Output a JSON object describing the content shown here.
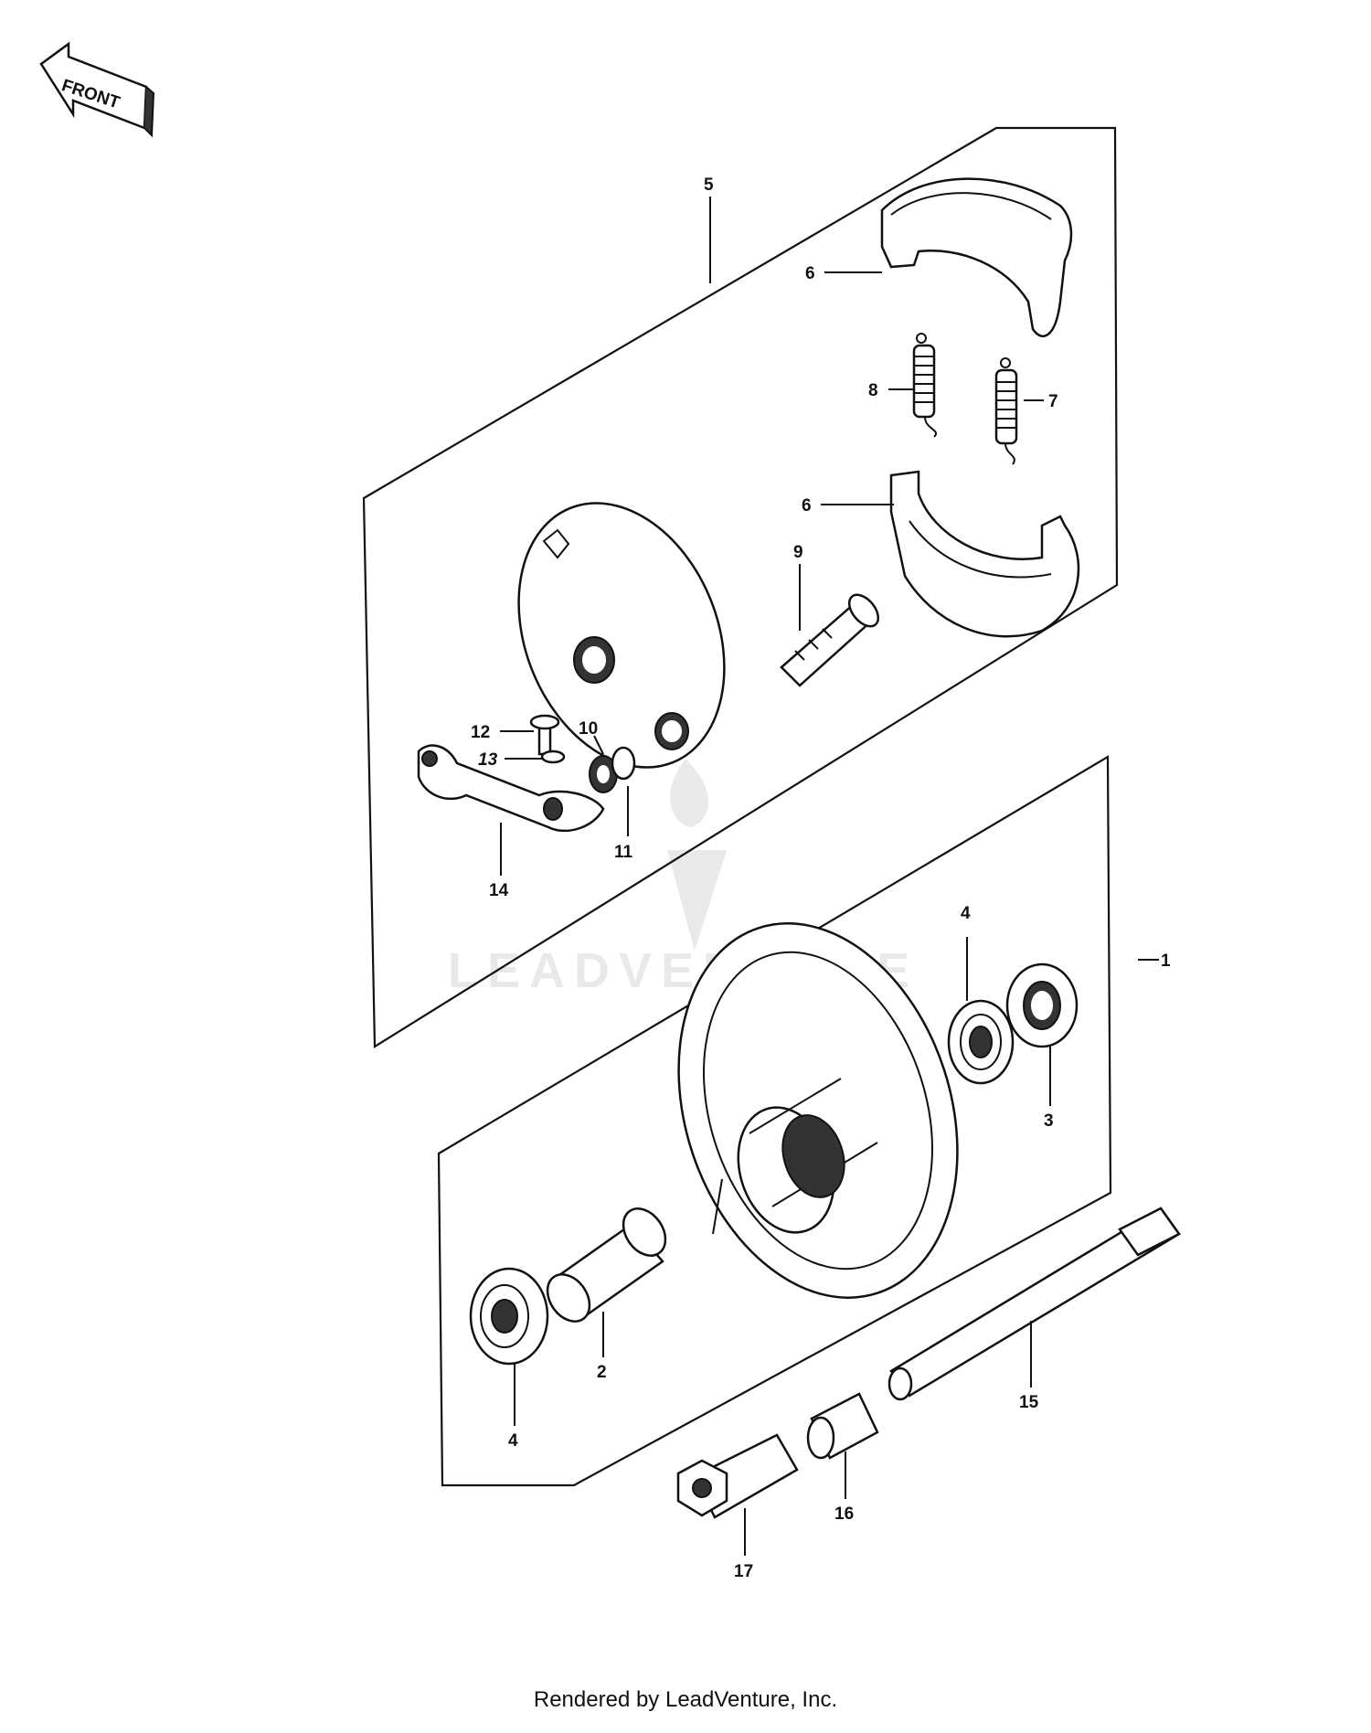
{
  "front_badge": {
    "text": "FRONT"
  },
  "watermark": {
    "text": "LEADVENTURE"
  },
  "footer": {
    "text": "Rendered by LeadVenture, Inc."
  },
  "callouts": [
    {
      "id": "c1",
      "text": "1"
    },
    {
      "id": "c2",
      "text": "2"
    },
    {
      "id": "c3",
      "text": "3"
    },
    {
      "id": "c4a",
      "text": "4"
    },
    {
      "id": "c4b",
      "text": "4"
    },
    {
      "id": "c5",
      "text": "5"
    },
    {
      "id": "c6a",
      "text": "6"
    },
    {
      "id": "c6b",
      "text": "6"
    },
    {
      "id": "c7",
      "text": "7"
    },
    {
      "id": "c8",
      "text": "8"
    },
    {
      "id": "c9",
      "text": "9"
    },
    {
      "id": "c10",
      "text": "10"
    },
    {
      "id": "c11",
      "text": "11"
    },
    {
      "id": "c12",
      "text": "12"
    },
    {
      "id": "c13",
      "text": "13"
    },
    {
      "id": "c14",
      "text": "14"
    },
    {
      "id": "c15",
      "text": "15"
    },
    {
      "id": "c16",
      "text": "16"
    },
    {
      "id": "c17",
      "text": "17"
    }
  ]
}
